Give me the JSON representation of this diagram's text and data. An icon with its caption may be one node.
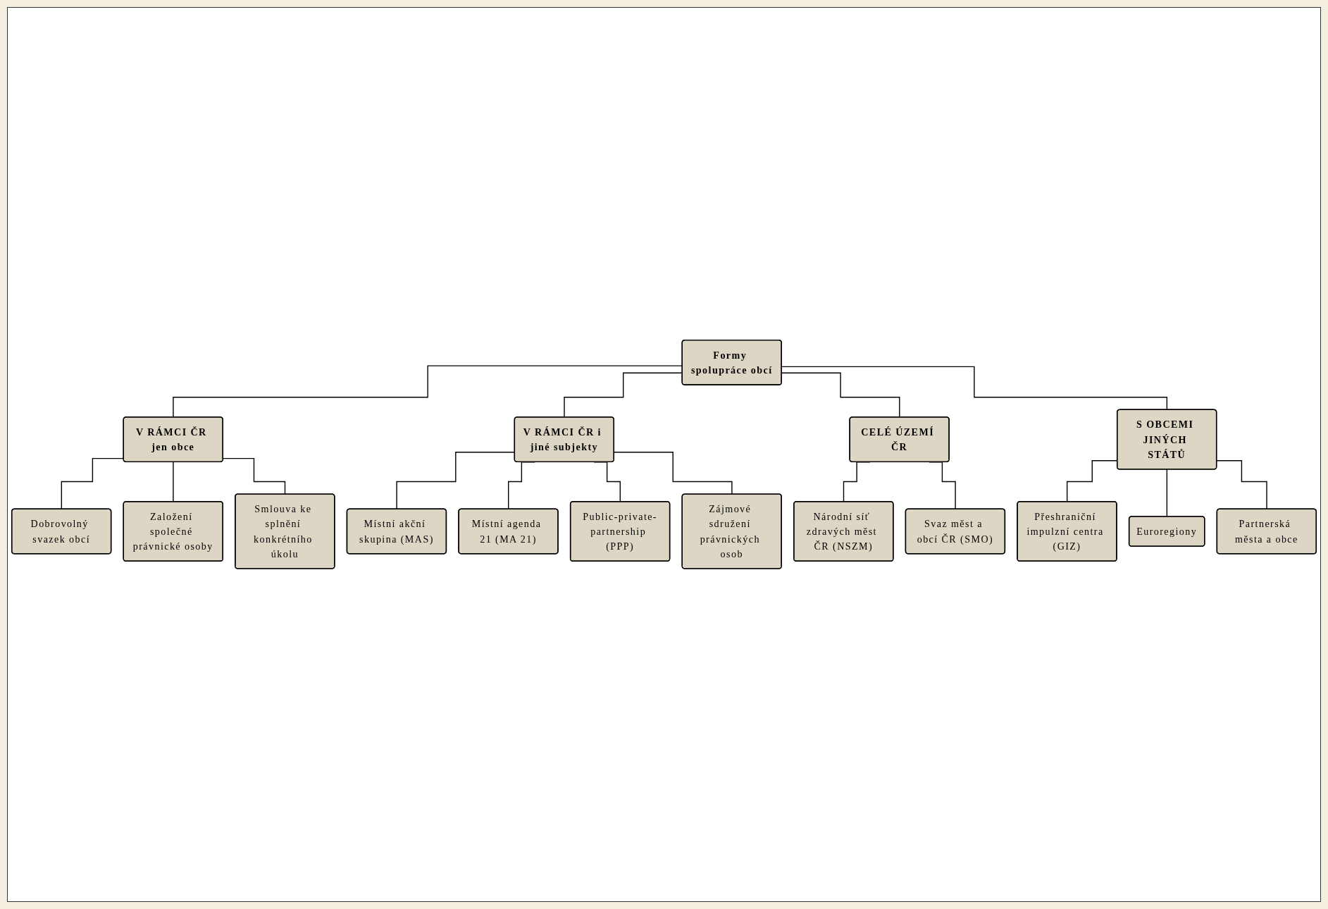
{
  "diagram": {
    "nodes": [
      {
        "text": [
          "Formy spolupráce obcí"
        ]
      },
      {
        "text": [
          "V RÁMCI ČR jen obce"
        ]
      },
      {
        "text": [
          "V RÁMCI ČR i jiné subjekty"
        ]
      },
      {
        "text": [
          "CELÉ ÚZEMÍ ČR"
        ]
      },
      {
        "text": [
          "S OBCEMI JINÝCH STÁTŮ"
        ]
      },
      {
        "text": [
          "Dobrovolný svazek obcí"
        ]
      },
      {
        "text": [
          "Založení společné právnické osoby"
        ]
      },
      {
        "text": [
          "Smlouva ke splnění konkrétního úkolu"
        ]
      },
      {
        "text": [
          "Místní akční skupina (MAS)"
        ]
      },
      {
        "text": [
          "Místní agenda 21 (MA 21)"
        ]
      },
      {
        "text": [
          "Public-private-partnership (PPP)"
        ]
      },
      {
        "text": [
          "Zájmové sdružení právnických osob"
        ]
      },
      {
        "text": [
          "Národní síť zdravých měst ČR (NSZM)"
        ]
      },
      {
        "text": [
          "Svaz měst a obcí ČR (SMO)"
        ]
      },
      {
        "text": [
          "Přeshraniční impulzní centra (GIZ)"
        ]
      },
      {
        "text": [
          "Euroregiony"
        ]
      },
      {
        "text": [
          "Partnerská města a obce"
        ]
      }
    ],
    "edges": [
      {
        "from": 0,
        "to": 1,
        "arrow": "none"
      },
      {
        "from": 0,
        "to": 2,
        "arrow": "none"
      },
      {
        "from": 0,
        "to": 3,
        "arrow": "none"
      },
      {
        "from": 0,
        "to": 4,
        "arrow": "none"
      },
      {
        "from": 1,
        "to": 5,
        "arrow": "none"
      },
      {
        "from": 1,
        "to": 6,
        "arrow": "none"
      },
      {
        "from": 1,
        "to": 7,
        "arrow": "none"
      },
      {
        "from": 2,
        "to": 8,
        "arrow": "none"
      },
      {
        "from": 2,
        "to": 9,
        "arrow": "none"
      },
      {
        "from": 2,
        "to": 10,
        "arrow": "none"
      },
      {
        "from": 2,
        "to": 11,
        "arrow": "none"
      },
      {
        "from": 3,
        "to": 12,
        "arrow": "none"
      },
      {
        "from": 3,
        "to": 13,
        "arrow": "none"
      },
      {
        "from": 4,
        "to": 14,
        "arrow": "none"
      },
      {
        "from": 4,
        "to": 15,
        "arrow": "none"
      },
      {
        "from": 4,
        "to": 16,
        "arrow": "none"
      }
    ]
  }
}
